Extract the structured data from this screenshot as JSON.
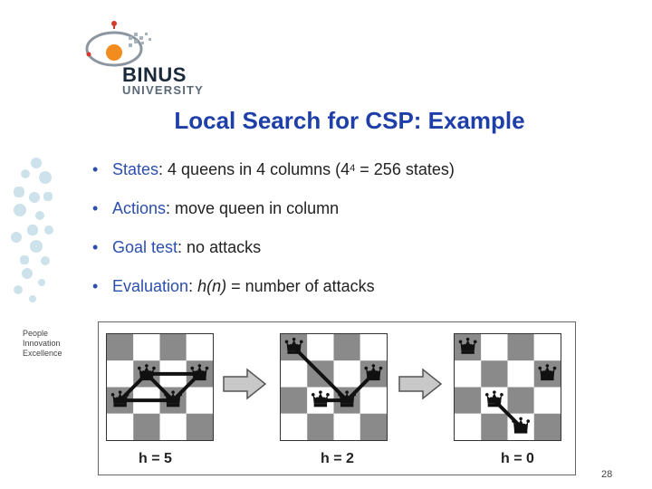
{
  "header": {
    "brand_name": "BINUS",
    "brand_sub": "UNIVERSITY",
    "tagline": [
      "People",
      "Innovation",
      "Excellence"
    ]
  },
  "slide": {
    "title": "Local Search for CSP: Example",
    "bullets": [
      {
        "term": "States",
        "rest_pre": ": 4 queens in 4 columns (4",
        "sup": "4",
        "rest_post": " = 256 states)"
      },
      {
        "term": "Actions",
        "rest": ": move queen in column"
      },
      {
        "term": "Goal test",
        "rest": ": no attacks"
      },
      {
        "term": "Evaluation",
        "rest_pre": ": ",
        "italic": "h(n)",
        "rest_post": " = number of attacks"
      }
    ],
    "page_number": "28"
  },
  "figure": {
    "boards": [
      {
        "label": "h = 5",
        "queens": [
          3,
          2,
          3,
          2
        ]
      },
      {
        "label": "h = 2",
        "queens": [
          1,
          3,
          3,
          2
        ]
      },
      {
        "label": "h = 0",
        "queens": [
          1,
          3,
          4,
          2
        ]
      }
    ],
    "arrow_icon": "right-arrow-icon",
    "queen_icon": "chess-queen-icon",
    "colors": {
      "dark_square": "#8a8a8a",
      "light_square": "#ffffff",
      "title": "#1f3fa8",
      "accent": "#2c4fae"
    }
  }
}
